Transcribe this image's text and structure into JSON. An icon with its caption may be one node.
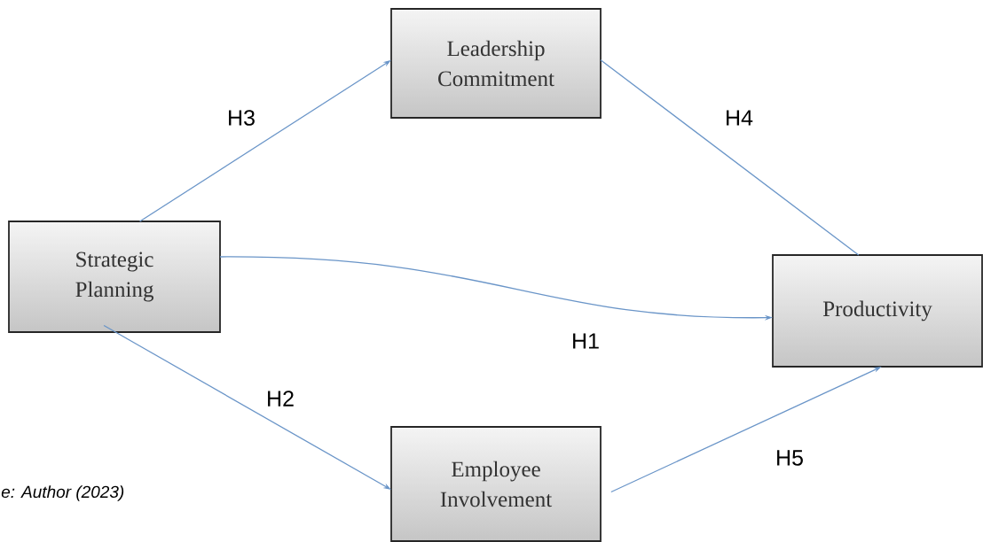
{
  "diagram": {
    "caption": "e: Author (2023)",
    "nodes": [
      {
        "text": [
          "Leadership Commitment"
        ]
      },
      {
        "text": [
          "Strategic Planning"
        ]
      },
      {
        "text": [
          "Productivity"
        ]
      },
      {
        "text": [
          "Employee Involvement"
        ]
      }
    ],
    "edges": [
      {
        "from": 1,
        "to": 0,
        "arrow": "to",
        "label": "H3"
      },
      {
        "from": 0,
        "to": 2,
        "arrow": "none",
        "label": "H4"
      },
      {
        "from": 1,
        "to": 2,
        "arrow": "to",
        "label": "H1"
      },
      {
        "from": 1,
        "to": 3,
        "arrow": "to",
        "label": "H2"
      },
      {
        "from": 3,
        "to": 2,
        "arrow": "to",
        "label": "H5"
      }
    ]
  }
}
